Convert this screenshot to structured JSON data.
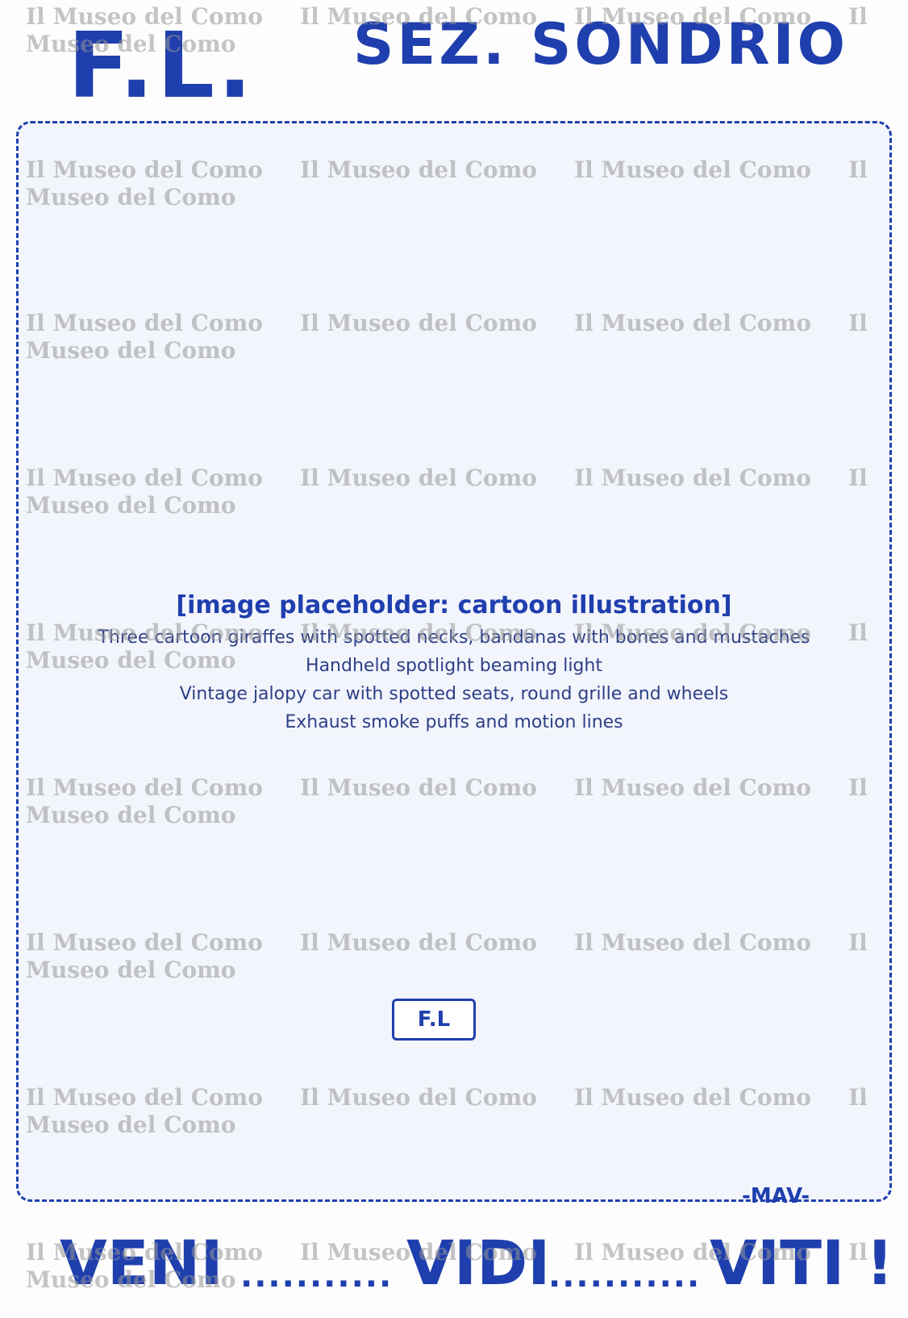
{
  "header": {
    "initials": "F.L.",
    "section": "SEZ. SONDRIO"
  },
  "illustration": {
    "title": "[image placeholder: cartoon illustration]",
    "parts": [
      "Three cartoon giraffes with spotted necks, bandanas with bones and mustaches",
      "Handheld spotlight beaming light",
      "Vintage jalopy car with spotted seats, round grille and wheels",
      "Exhaust smoke puffs and motion lines"
    ],
    "plate": "F.L",
    "signature": "-MAV-"
  },
  "slogan": {
    "word1": "VENI",
    "dots1": "...........",
    "word2": "VIDI",
    "dots2": "...........",
    "word3": "VITI !"
  },
  "watermark": {
    "text": "Il Museo del Como",
    "lead": "Il",
    "tail": "Museo del Como"
  },
  "colors": {
    "ink": "#1f3fae",
    "watermark": "#969696",
    "paper": "#fdfdfd"
  }
}
